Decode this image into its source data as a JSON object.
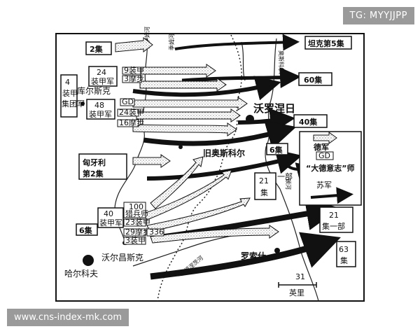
{
  "watermark_top": "TG: MYYJJPP",
  "watermark_bottom": "www.cns-index-mk.com",
  "cities": {
    "kursk": "库尔斯克",
    "voronezh": "沃罗涅日",
    "stary_oskol": "旧奥斯科尔",
    "rossosh": "罗索什",
    "volchansk": "沃尔昌斯克",
    "kharkov": "哈尔科夫"
  },
  "rivers": {
    "seym": "塞伊姆河",
    "tim": "季姆河",
    "oskol": "奥斯科尔河",
    "don": "顿河",
    "don_lower": "顿河",
    "seversky_donets": "北顿涅茨河"
  },
  "german_units": {
    "army_2": "2集",
    "army_4_pz": [
      "4",
      "装甲",
      "集团军"
    ],
    "corps_24_pz": [
      "24",
      "装甲军"
    ],
    "corps_48_pz": [
      "48",
      "装甲军"
    ],
    "div_9pz": "9装甲",
    "div_3mot": "3摩步",
    "div_gd": "GD",
    "div_24pz": "24装甲",
    "div_16mot": "16摩步",
    "hungarian_army_2": [
      "匈牙利",
      "第2集"
    ],
    "corps_40_pz": [
      "40",
      "装甲军"
    ],
    "army_6": "6集",
    "div_100jg": [
      "100",
      "猎兵师"
    ],
    "div_23pz": "23装甲",
    "div_29mot": "29摩步",
    "div_336": "336",
    "div_3pz": "3装甲"
  },
  "soviet_units": {
    "tank_5": "坦克第5集",
    "army_60": "60集",
    "army_40": "40集",
    "army_6": "6集",
    "army_21_part": [
      "21",
      "集",
      "一部"
    ],
    "army_21_part_b": [
      "21",
      "集一部"
    ],
    "army_63": [
      "63",
      "集"
    ]
  },
  "legend": {
    "title": "德军",
    "gd_code": "GD",
    "gd_name": "“大德意志”师",
    "soviet": "苏军"
  },
  "scale": {
    "value": "31",
    "unit": "英里"
  }
}
